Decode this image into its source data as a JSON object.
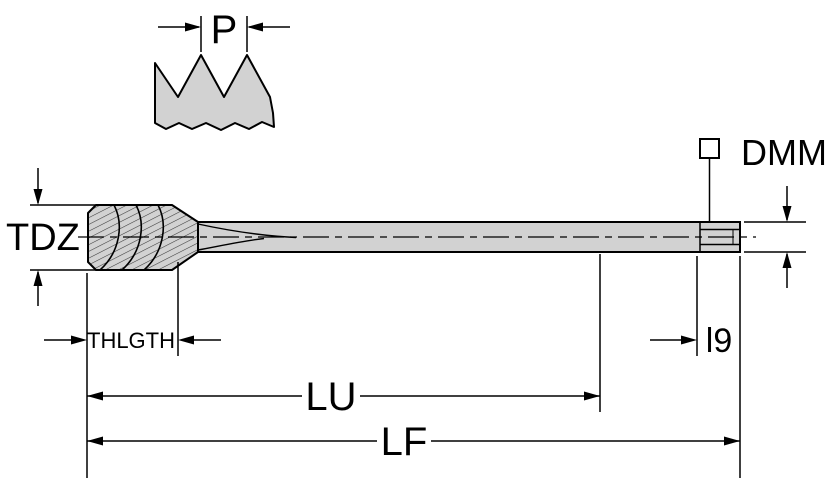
{
  "diagram": {
    "labels": {
      "pitch": "P",
      "shank_diameter": "DMM",
      "thread_diameter": "TDZ",
      "thread_length": "THLGTH",
      "square_length": "l9",
      "usable_length": "LU",
      "overall_length": "LF"
    },
    "colors": {
      "line": "#000000",
      "body_fill": "#d2d2d2",
      "background": "#ffffff"
    }
  }
}
